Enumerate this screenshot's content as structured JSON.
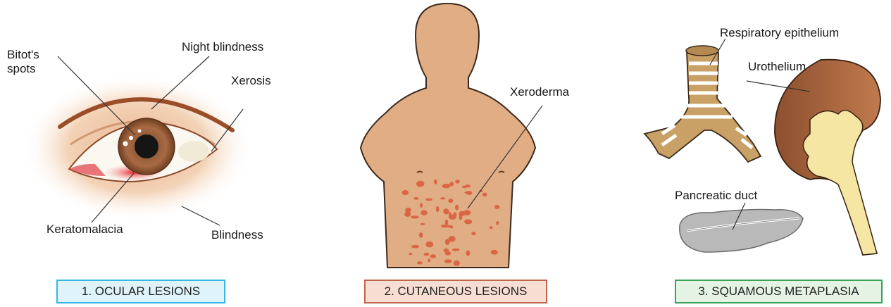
{
  "panels": [
    {
      "caption": "1. OCULAR LESIONS",
      "border_color": "#35b7e6",
      "fill_color": "#dff3fb",
      "labels": {
        "bitots_spots": "Bitot's\nspots",
        "night_blindness": "Night blindness",
        "xerosis": "Xerosis",
        "keratomalacia": "Keratomalacia",
        "blindness": "Blindness"
      }
    },
    {
      "caption": "2. CUTANEOUS LESIONS",
      "border_color": "#c0664a",
      "fill_color": "#f8ddd2",
      "labels": {
        "xeroderma": "Xeroderma"
      }
    },
    {
      "caption": "3. SQUAMOUS METAPLASIA",
      "border_color": "#3aa357",
      "fill_color": "#e4f3e3",
      "labels": {
        "respiratory_epithelium": "Respiratory epithelium",
        "urothelium": "Urothelium",
        "pancreatic_duct": "Pancreatic duct"
      }
    }
  ]
}
